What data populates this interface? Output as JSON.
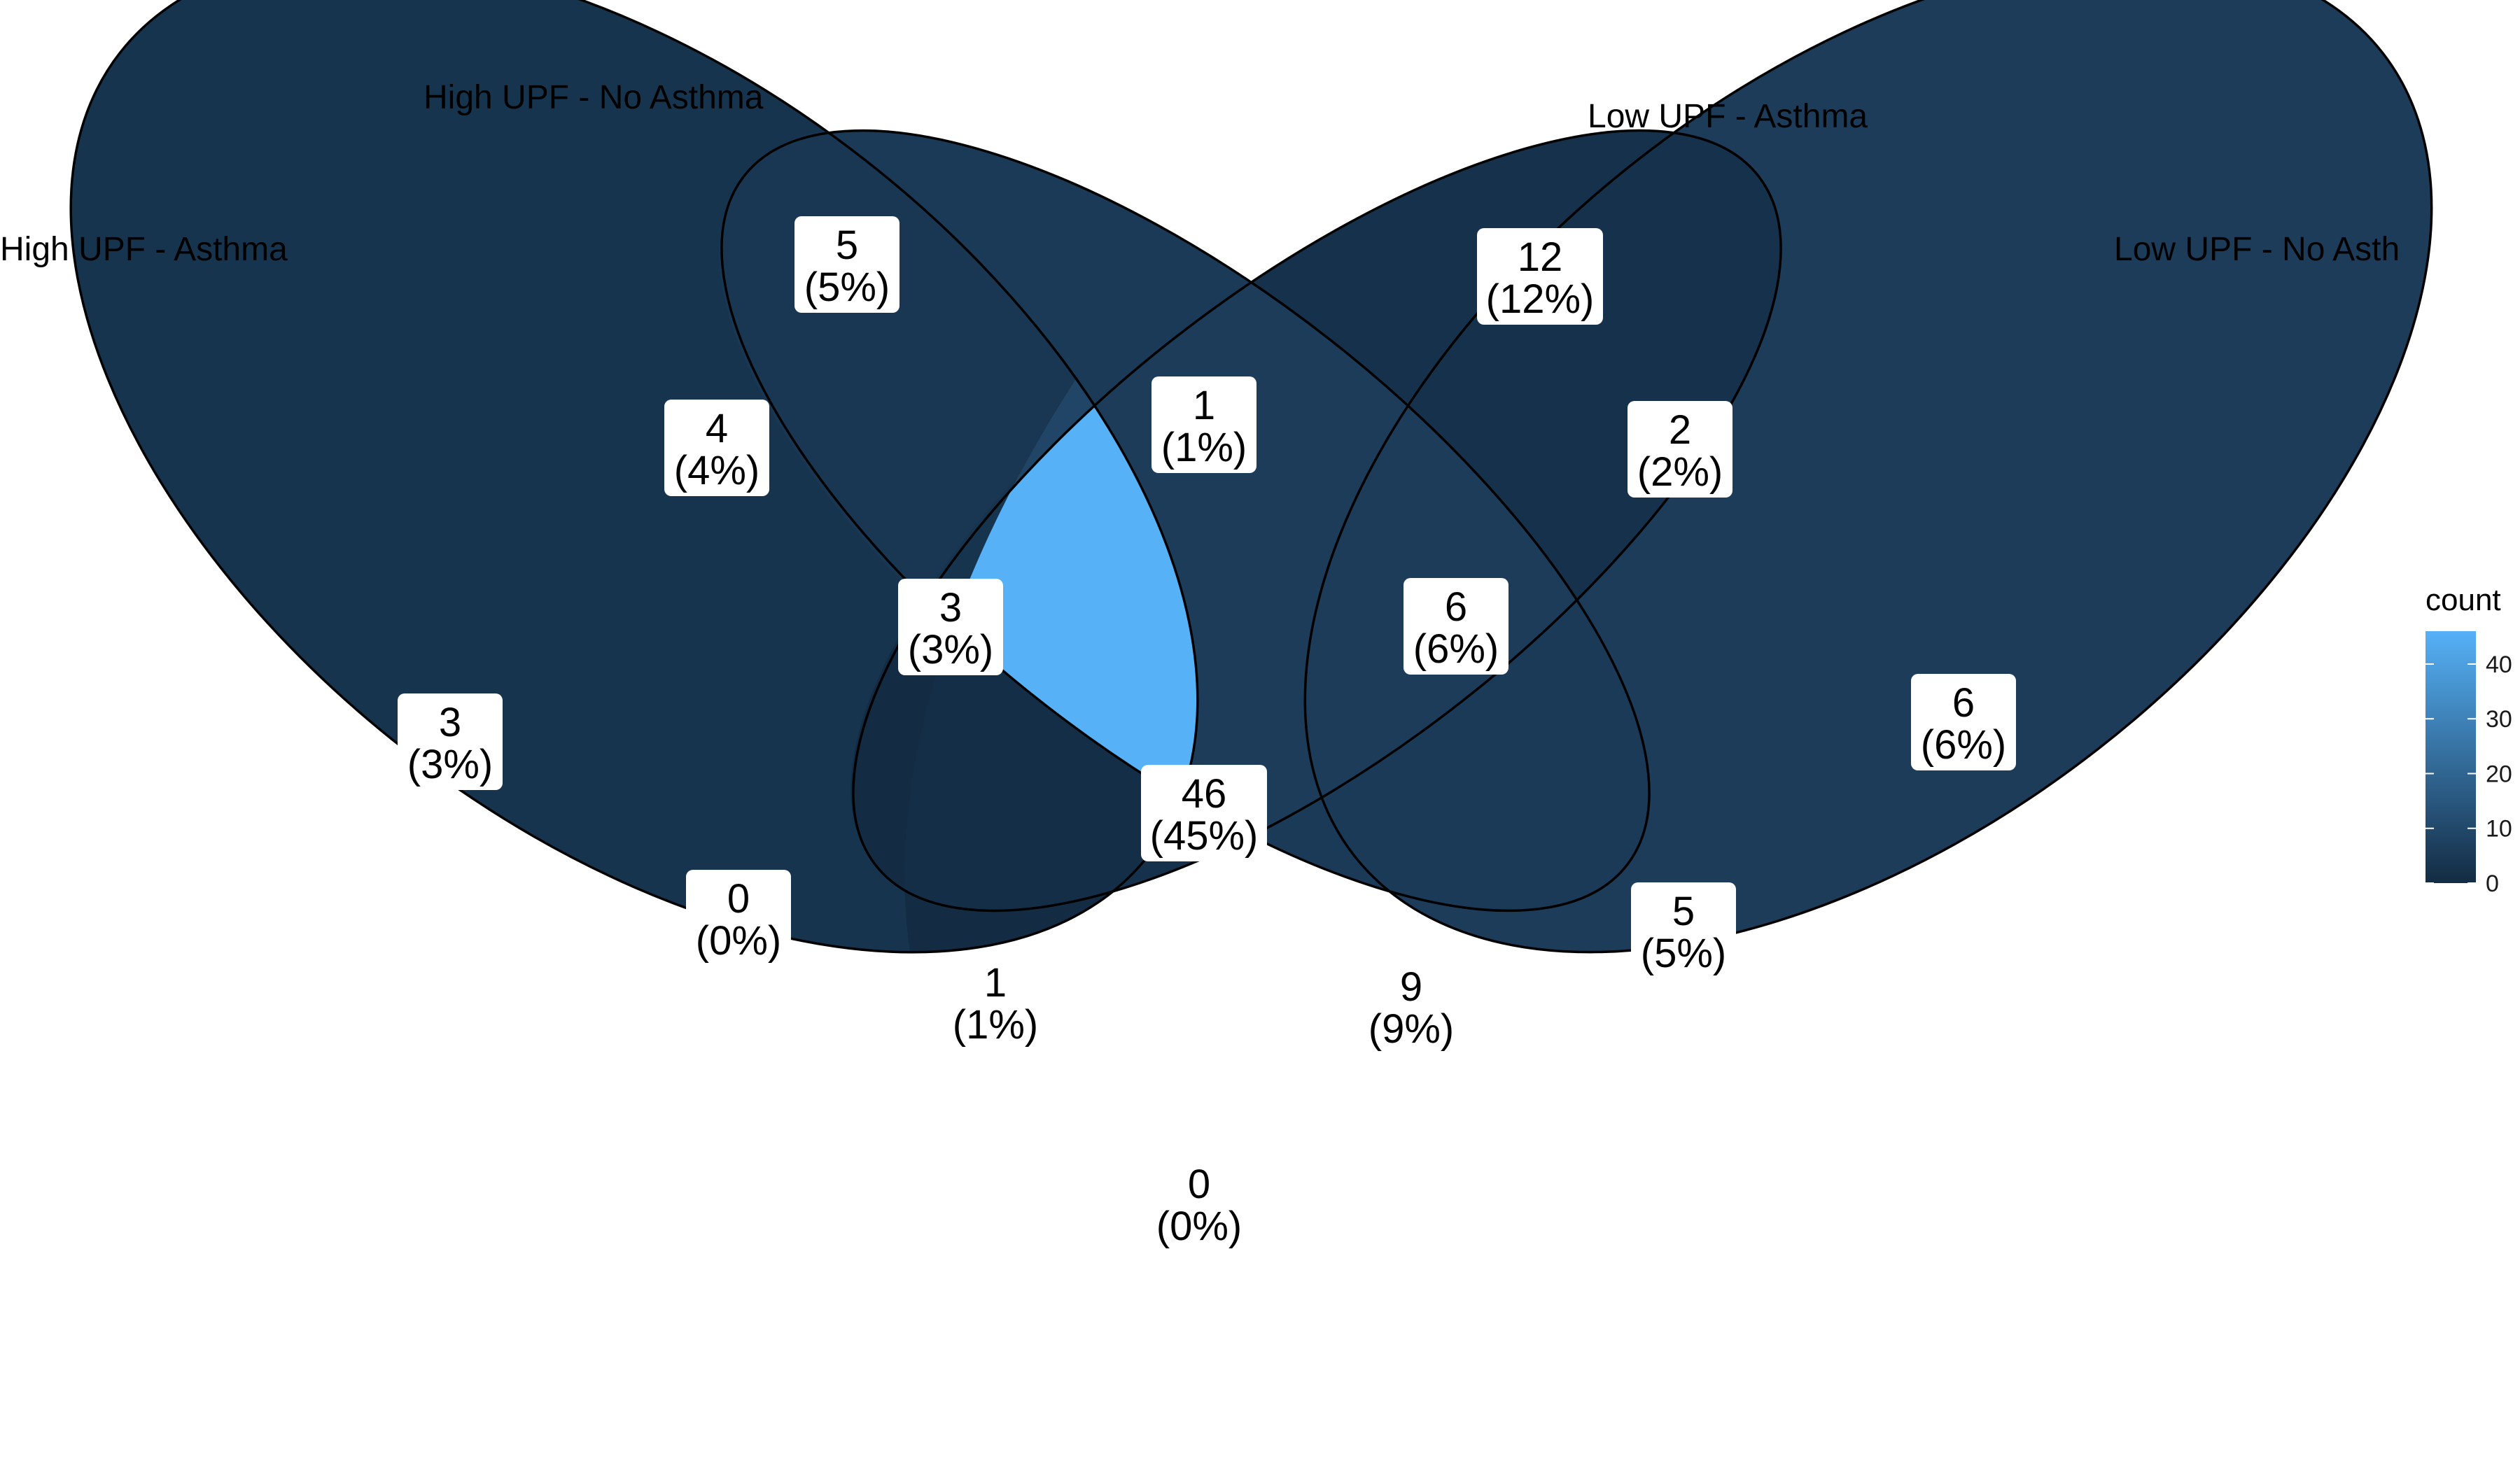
{
  "chart_data": {
    "type": "venn",
    "title": "",
    "sets": [
      "High UPF - Asthma",
      "High UPF - No Asthma",
      "Low UPF - Asthma",
      "Low UPF - No Asth"
    ],
    "regions": [
      {
        "sets": [
          "High UPF - Asthma"
        ],
        "count": 3,
        "percent": "(3%)"
      },
      {
        "sets": [
          "High UPF - No Asthma"
        ],
        "count": 5,
        "percent": "(5%)"
      },
      {
        "sets": [
          "Low UPF - Asthma"
        ],
        "count": 12,
        "percent": "(12%)"
      },
      {
        "sets": [
          "Low UPF - No Asth"
        ],
        "count": 6,
        "percent": "(6%)"
      },
      {
        "sets": [
          "High UPF - Asthma",
          "High UPF - No Asthma"
        ],
        "count": 4,
        "percent": "(4%)"
      },
      {
        "sets": [
          "High UPF - No Asthma",
          "Low UPF - Asthma"
        ],
        "count": 1,
        "percent": "(1%)"
      },
      {
        "sets": [
          "Low UPF - Asthma",
          "Low UPF - No Asth"
        ],
        "count": 2,
        "percent": "(2%)"
      },
      {
        "sets": [
          "High UPF - Asthma",
          "High UPF - No Asthma",
          "Low UPF - Asthma"
        ],
        "count": 3,
        "percent": "(3%)"
      },
      {
        "sets": [
          "High UPF - No Asthma",
          "Low UPF - Asthma",
          "Low UPF - No Asth"
        ],
        "count": 6,
        "percent": "(6%)"
      },
      {
        "sets": [
          "High UPF - Asthma",
          "High UPF - No Asthma",
          "Low UPF - Asthma",
          "Low UPF - No Asth"
        ],
        "count": 46,
        "percent": "(45%)"
      },
      {
        "sets": [
          "High UPF - Asthma",
          "Low UPF - Asthma"
        ],
        "count": 0,
        "percent": "(0%)"
      },
      {
        "sets": [
          "High UPF - Asthma",
          "Low UPF - Asthma",
          "Low UPF - No Asth"
        ],
        "count": 1,
        "percent": "(1%)"
      },
      {
        "sets": [
          "High UPF - Asthma",
          "High UPF - No Asthma",
          "Low UPF - No Asth"
        ],
        "count": 9,
        "percent": "(9%)"
      },
      {
        "sets": [
          "High UPF - No Asthma",
          "Low UPF - No Asth"
        ],
        "count": 5,
        "percent": "(5%)"
      },
      {
        "sets": [
          "High UPF - Asthma",
          "Low UPF - No Asth"
        ],
        "count": 0,
        "percent": "(0%)"
      }
    ],
    "legend": {
      "title": "count",
      "position": "right",
      "ticks": [
        0,
        10,
        20,
        30,
        40
      ],
      "range": [
        0,
        46
      ],
      "color_low": "#132B43",
      "color_high": "#56B1F7"
    },
    "grid": false
  }
}
